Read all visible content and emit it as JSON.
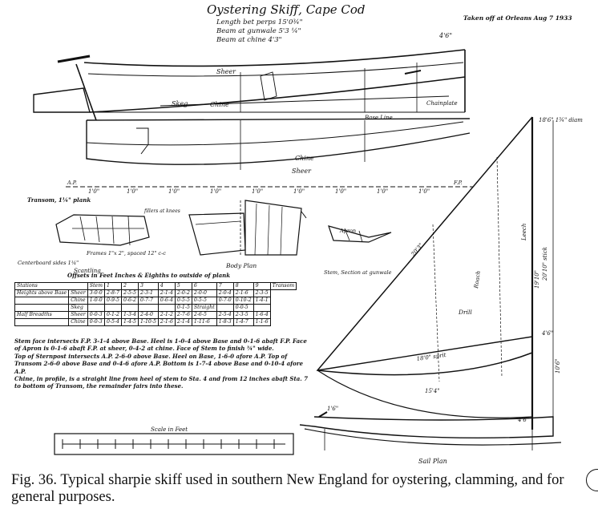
{
  "title_block": {
    "title": "Oystering Skiff, Cape Cod",
    "length": "Length bet perps 15'0¾\"",
    "beam_gunwale": "Beam at gunwale 5'3 ¼\"",
    "beam_chine": "Beam at chine 4'3\"",
    "taken_off": "Taken off at Orleans Aug 7 1933"
  },
  "profile_labels": {
    "sheer": "Sheer",
    "chine": "Chine",
    "skeg": "Skeg",
    "base_line": "Base Line",
    "chainplate": "Chainplate",
    "dim_top": "4'6\"",
    "station_spacing": [
      "1'0\"",
      "1'0\"",
      "1'0\"",
      "1'0\"",
      "1'0\"",
      "1'0\"",
      "1'0\"",
      "1'0\"",
      "1'0\""
    ],
    "end_marks": [
      "A.P.",
      "F.P."
    ]
  },
  "half_breadth_labels": {
    "chine": "Chine",
    "sheer": "Sheer"
  },
  "transom_labels": {
    "title": "Transom, 1¼\" plank",
    "centerboard_label": "Centerboard sides 1¼\"",
    "scantling": "Scantling",
    "frames": "Frames 1\"x 2\", spaced 12\" c-c",
    "body_plan": "Body Plan",
    "fillers": "fillers at knees"
  },
  "stem_labels": {
    "apron": "Apron",
    "section": "Stem, Section at gunwale"
  },
  "sail_labels": {
    "mast_head": "18'6\" 1¾\" diam",
    "luff": "20'3\"",
    "leach": "Leech",
    "roach": "Roach",
    "foot": "15'4\"",
    "sprit": "18'0\" sprit",
    "drill": "Drill",
    "mast": "19'10\"",
    "mast_alt": "20'10\" stick",
    "sail_plan": "Sail Plan",
    "dim_a": "4'6\"",
    "dim_b": "4'6\"",
    "dim_c": "10'6\"",
    "dim_d": "1'6\""
  },
  "offsets": {
    "title": "Offsets in Feet Inches & Eighths to outside of plank",
    "header": [
      "Stations",
      "Stem",
      "1",
      "2",
      "3",
      "4",
      "5",
      "6",
      "7",
      "8",
      "9",
      "Transom"
    ],
    "rows": [
      [
        "Heights above Base",
        "Sheer",
        "3-0-0",
        "2-8-7",
        "2-5-5",
        "2-3-1",
        "2-1-4",
        "2-0-2",
        "2-0-0",
        "2-0-4",
        "2-1-6",
        "2-3-5"
      ],
      [
        "",
        "Chine",
        "1-0-0",
        "0-9-5",
        "0-6-2",
        "0-7-7",
        "0-6-4",
        "0-5-5",
        "0-5-5",
        "0-7-0",
        "0-10-2",
        "1-4-1"
      ],
      [
        "",
        "Skeg",
        "",
        "",
        "",
        "",
        "",
        "0-1-5",
        "Straight",
        "",
        "0-0-5",
        ""
      ],
      [
        "Half Breadths",
        "Sheer",
        "0-0-3",
        "0-1-2",
        "1-3-4",
        "2-4-0",
        "2-1-2",
        "2-7-6",
        "2-6-5",
        "2-5-4",
        "2-3-5",
        "1-6-4"
      ],
      [
        "",
        "Chine",
        "0-0-3",
        "0-5-4",
        "1-4-5",
        "1-10-5",
        "2-1-6",
        "2-1-4",
        "1-11-6",
        "1-8-3",
        "1-4-7",
        "1-1-6"
      ]
    ]
  },
  "notes": [
    "Stem face intersects F.P. 3-1-4 above Base. Heel is 1-0-4 above Base and 0-1-6 abaft F.P. Face of Apron is 0-1-6 abaft F.P. at sheer, 0-4-2 at chine. Face of Stem to finish ¾\" wide.",
    "Top of Sternpost intersects A.P. 2-6-0 above Base. Heel on Base, 1-6-0 afore A.P. Top of Transom 2-6-0 above Base and 0-4-6 afore A.P. Bottom is 1-7-4 above Base and 0-10-4 afore A.P.",
    "Chine, in profile, is a straight line from heel of stem to Sta. 4 and from 12 inches abaft Sta. 7 to bottom of Transom, the remainder fairs into these."
  ],
  "scale": {
    "label": "Scale in Feet"
  },
  "caption": "Fig. 36. Typical sharpie skiff used in southern New England for oystering, clamming, and for general purposes.",
  "colors": {
    "ink": "#111111",
    "paper": "#ffffff"
  }
}
